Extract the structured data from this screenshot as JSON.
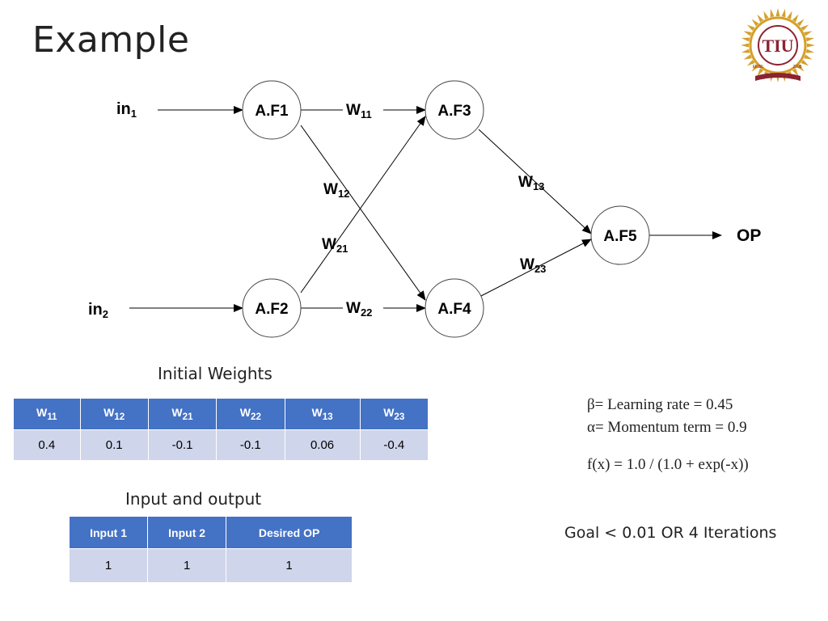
{
  "slide": {
    "title": "Example"
  },
  "logo": {
    "text": "TIU",
    "ring_text": "TISHK INTERNATIONAL UNIVERSITY",
    "city": "ERBIL",
    "year": "2008"
  },
  "network": {
    "inputs": [
      {
        "base": "in",
        "sub": "1"
      },
      {
        "base": "in",
        "sub": "2"
      }
    ],
    "nodes": {
      "af1": "A.F1",
      "af2": "A.F2",
      "af3": "A.F3",
      "af4": "A.F4",
      "af5": "A.F5"
    },
    "output": "OP",
    "weights": {
      "w11": {
        "base": "W",
        "sub": "11"
      },
      "w12": {
        "base": "W",
        "sub": "12"
      },
      "w21": {
        "base": "W",
        "sub": "21"
      },
      "w22": {
        "base": "W",
        "sub": "22"
      },
      "w13": {
        "base": "W",
        "sub": "13"
      },
      "w23": {
        "base": "W",
        "sub": "23"
      }
    }
  },
  "initial_weights": {
    "caption": "Initial Weights",
    "headers": [
      {
        "base": "W",
        "sub": "11"
      },
      {
        "base": "W",
        "sub": "12"
      },
      {
        "base": "W",
        "sub": "21"
      },
      {
        "base": "W",
        "sub": "22"
      },
      {
        "base": "W",
        "sub": "13"
      },
      {
        "base": "W",
        "sub": "23"
      }
    ],
    "values": [
      "0.4",
      "0.1",
      "-0.1",
      "-0.1",
      "0.06",
      "-0.4"
    ]
  },
  "io_table": {
    "caption": "Input and output",
    "headers": [
      "Input 1",
      "Input 2",
      "Desired OP"
    ],
    "values": [
      "1",
      "1",
      "1"
    ]
  },
  "params": {
    "learning_rate": "β= Learning rate = 0.45",
    "momentum": "α= Momentum term = 0.9",
    "function": "f(x) = 1.0 / (1.0 + exp(-x))"
  },
  "goal": "Goal < 0.01 OR 4 Iterations",
  "colors": {
    "header": "#4472c4",
    "cell": "#cfd5ea",
    "logo_gold": "#d4a02a",
    "logo_maroon": "#8b2332"
  }
}
